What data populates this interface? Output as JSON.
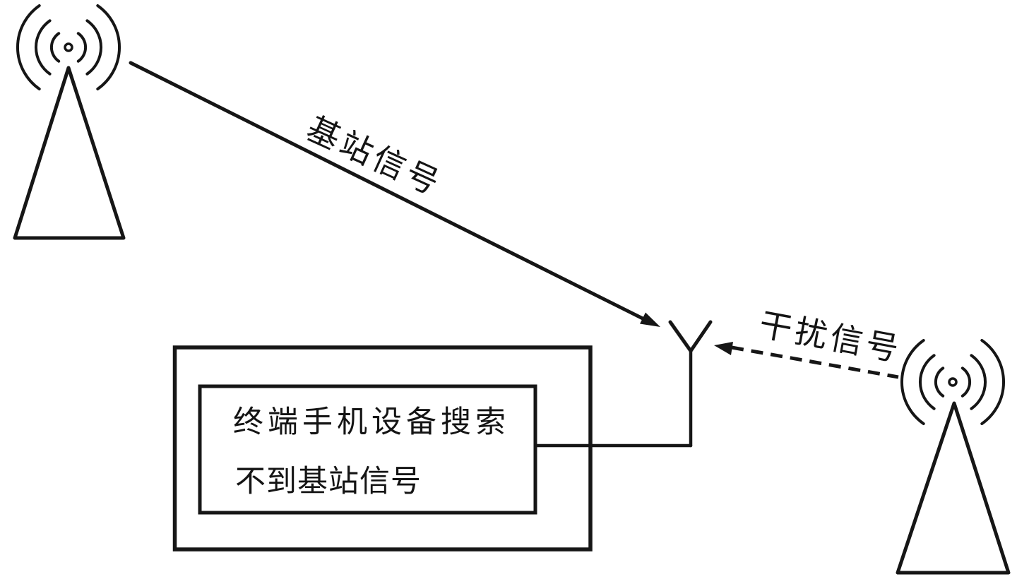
{
  "colors": {
    "ink": "#161616",
    "background": "#ffffff"
  },
  "labels": {
    "base_signal": "基站信号",
    "interference_signal": "干扰信号",
    "terminal_box_line1": "终端手机设备搜索",
    "terminal_box_line2": "不到基站信号"
  },
  "icons": {
    "left_tower": "base-station-tower-icon",
    "right_tower": "interference-station-tower-icon",
    "terminal": "terminal-antenna-icon"
  }
}
